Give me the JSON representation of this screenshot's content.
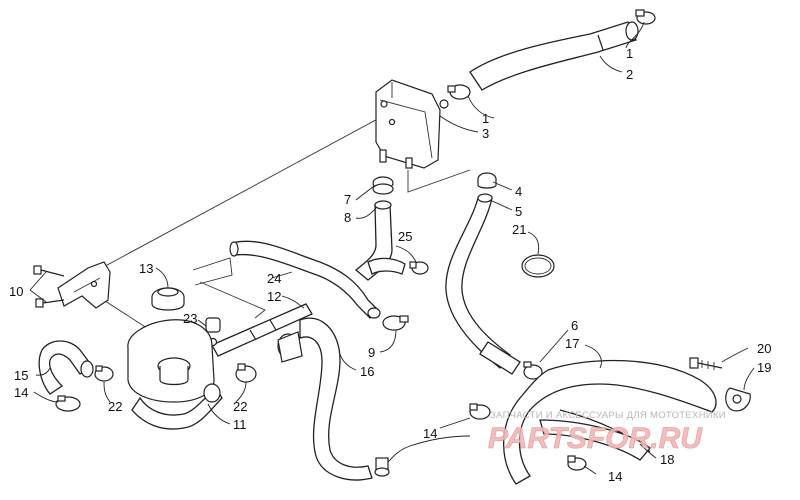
{
  "callouts": {
    "c1a": "1",
    "c1b": "1",
    "c2": "2",
    "c3": "3",
    "c4": "4",
    "c5": "5",
    "c6": "6",
    "c7": "7",
    "c8": "8",
    "c9": "9",
    "c10": "10",
    "c11": "11",
    "c12": "12",
    "c13": "13",
    "c14a": "14",
    "c14b": "14",
    "c14c": "14",
    "c15": "15",
    "c16": "16",
    "c17": "17",
    "c18": "18",
    "c19": "19",
    "c20": "20",
    "c21": "21",
    "c22a": "22",
    "c22b": "22",
    "c23": "23",
    "c24": "24",
    "c25": "25"
  },
  "watermark": {
    "tagline": "ЗАПЧАСТИ И АКСЕССУАРЫ ДЛЯ МОТОТЕХНИКИ",
    "logo": "PARTSFOR.RU"
  }
}
